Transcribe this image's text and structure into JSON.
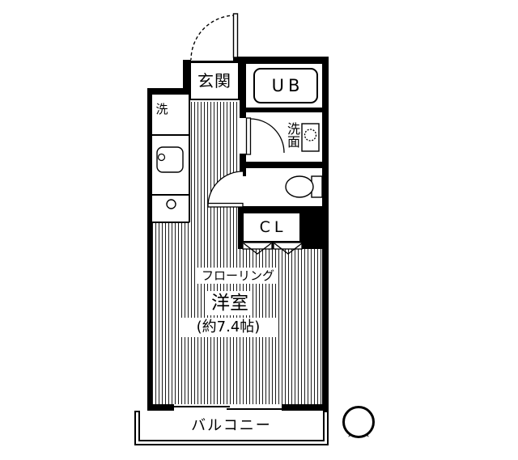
{
  "plan": {
    "entrance": "玄関",
    "unit_bath": "UB",
    "washroom": "洗面",
    "laundry": "洗",
    "closet": "CL",
    "flooring": "フローリング",
    "room": "洋室",
    "room_size": "(約7.4帖)",
    "balcony": "バルコニー"
  },
  "compass": {
    "icon": "north-arrow"
  },
  "colors": {
    "line": "#000000",
    "background": "#ffffff"
  }
}
